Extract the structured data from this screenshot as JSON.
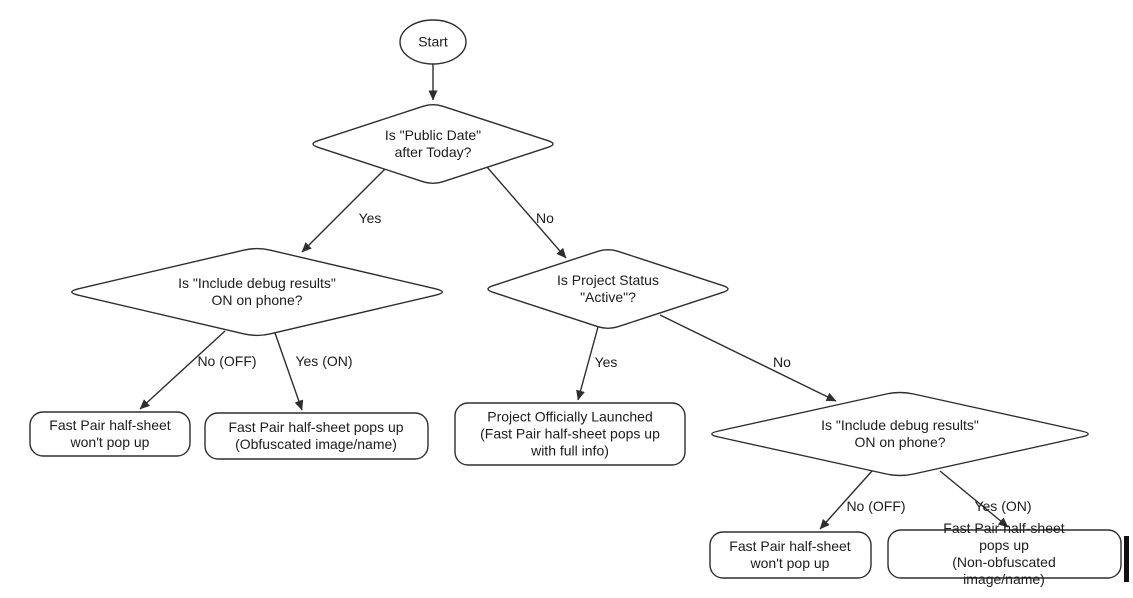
{
  "flowchart": {
    "nodes": {
      "start": "Start",
      "public_date": "Is \"Public Date\"\nafter Today?",
      "debug_left": "Is \"Include debug results\"\nON on phone?",
      "project_status": "Is Project Status\n\"Active\"?",
      "debug_right": "Is \"Include debug results\"\nON on phone?",
      "no_popup_left": "Fast Pair half-sheet\nwon't pop up",
      "obfuscated": "Fast Pair half-sheet pops up\n(Obfuscated image/name)",
      "launched": "Project Officially Launched\n(Fast Pair half-sheet pops up\nwith full info)",
      "no_popup_right": "Fast Pair half-sheet\nwon't pop up",
      "non_obfuscated": "Fast Pair half-sheet pops up\n(Non-obfuscated image/name)"
    },
    "edge_labels": {
      "yes_1": "Yes",
      "no_1": "No",
      "no_off_left": "No (OFF)",
      "yes_on_left": "Yes (ON)",
      "yes_2": "Yes",
      "no_2": "No",
      "no_off_right": "No (OFF)",
      "yes_on_right": "Yes (ON)"
    },
    "colors": {
      "stroke": "#2e2e2e",
      "text": "#1c1c1c",
      "background": "#ffffff",
      "caret": "#111111"
    }
  }
}
